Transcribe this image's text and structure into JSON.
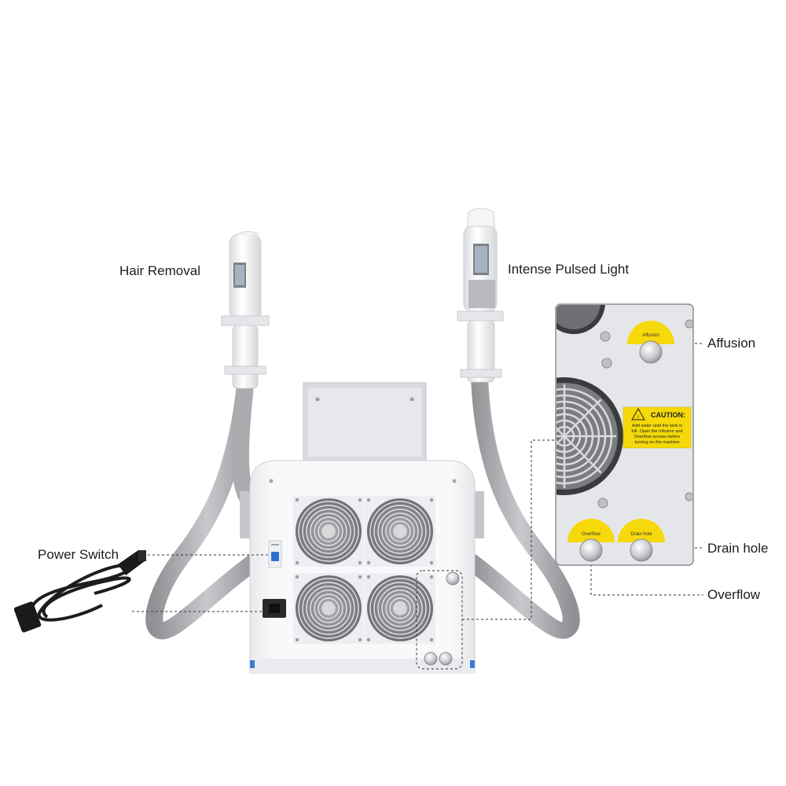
{
  "labels": {
    "hair_removal": "Hair Removal",
    "ipl": "Intense Pulsed Light",
    "power_switch": "Power Switch",
    "affusion": "Affusion",
    "drain_hole": "Drain hole",
    "overflow": "Overflow"
  },
  "inset": {
    "caution_title": "CAUTION:",
    "caution_lines": [
      "Add water until the tank is",
      "full. Open the Infusion and",
      "Overflow screws before",
      "turning on the machine"
    ],
    "tag_affusion": "Affusion",
    "tag_overflow": "Overflow",
    "tag_drain": "Drain hole"
  },
  "colors": {
    "caution_yellow": "#f5d90a",
    "body_white": "#f4f5f7",
    "hose_gray": "#a9abae",
    "fan_gray": "#8e9094",
    "switch_blue": "#2f6fd0",
    "accent_blue": "#3a7bd5"
  }
}
